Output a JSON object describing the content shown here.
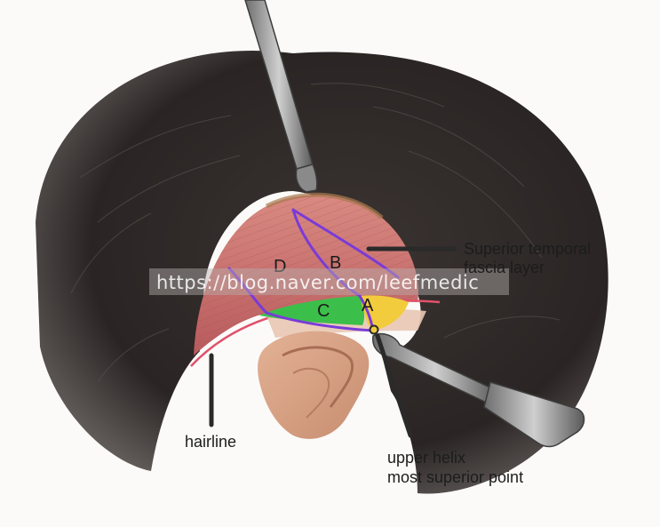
{
  "labels": {
    "superior_temporal_line1": "Superior temporal",
    "superior_temporal_line2": "fascia layer",
    "hairline": "hairline",
    "helix_line1": "upper helix",
    "helix_line2": "most superior point"
  },
  "regions": {
    "a": "A",
    "b": "B",
    "c": "C",
    "d": "D"
  },
  "watermark": "https://blog.naver.com/leefmedic",
  "icons": {
    "retractor_upper": "retractor-icon",
    "retractor_lower": "retractor-icon",
    "ear": "ear-icon",
    "head": "head-icon"
  },
  "colors": {
    "hair": "#2b2625",
    "skin": "#d9a486",
    "muscle": "#c9686a",
    "hairline": "#e0526b",
    "region_a": "#f2cc3c",
    "region_c": "#3cbf4a",
    "fascia_line": "#7a3ad9",
    "callout": "#2a2a2a"
  }
}
